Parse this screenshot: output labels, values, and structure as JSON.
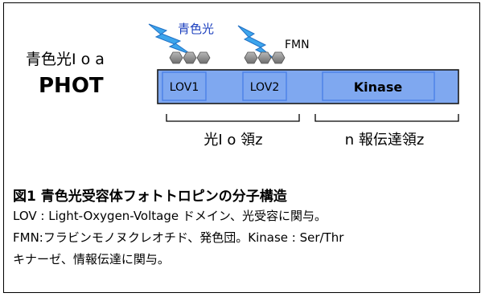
{
  "diagram": {
    "left_label": "青色光I o a",
    "protein_name": "PHOT",
    "light_label": "青色光",
    "cofactor_label": "FMN",
    "domains": [
      {
        "label": "LOV1",
        "type": "lov"
      },
      {
        "label": "LOV2",
        "type": "lov"
      },
      {
        "label": "Kinase",
        "type": "kinase"
      }
    ],
    "region_labels": [
      "光I o 領z",
      "n 報伝達領z"
    ],
    "colors": {
      "bar": "#7fa8f0",
      "domain_box": "#4a80e8",
      "light_bolt": "#3da5ec",
      "light_text": "#1b3fbe",
      "fmn_hexagon": "#909090"
    }
  },
  "caption": {
    "title": "図1  青色光受容体フォトトロピンの分子構造",
    "lines": [
      "LOV : Light-Oxygen-Voltage ドメイン、光受容に関与。",
      "FMN:フラビンモノヌクレオチド、発色団。Kinase : Ser/Thr",
      "キナーゼ、情報伝達に関与。"
    ]
  }
}
